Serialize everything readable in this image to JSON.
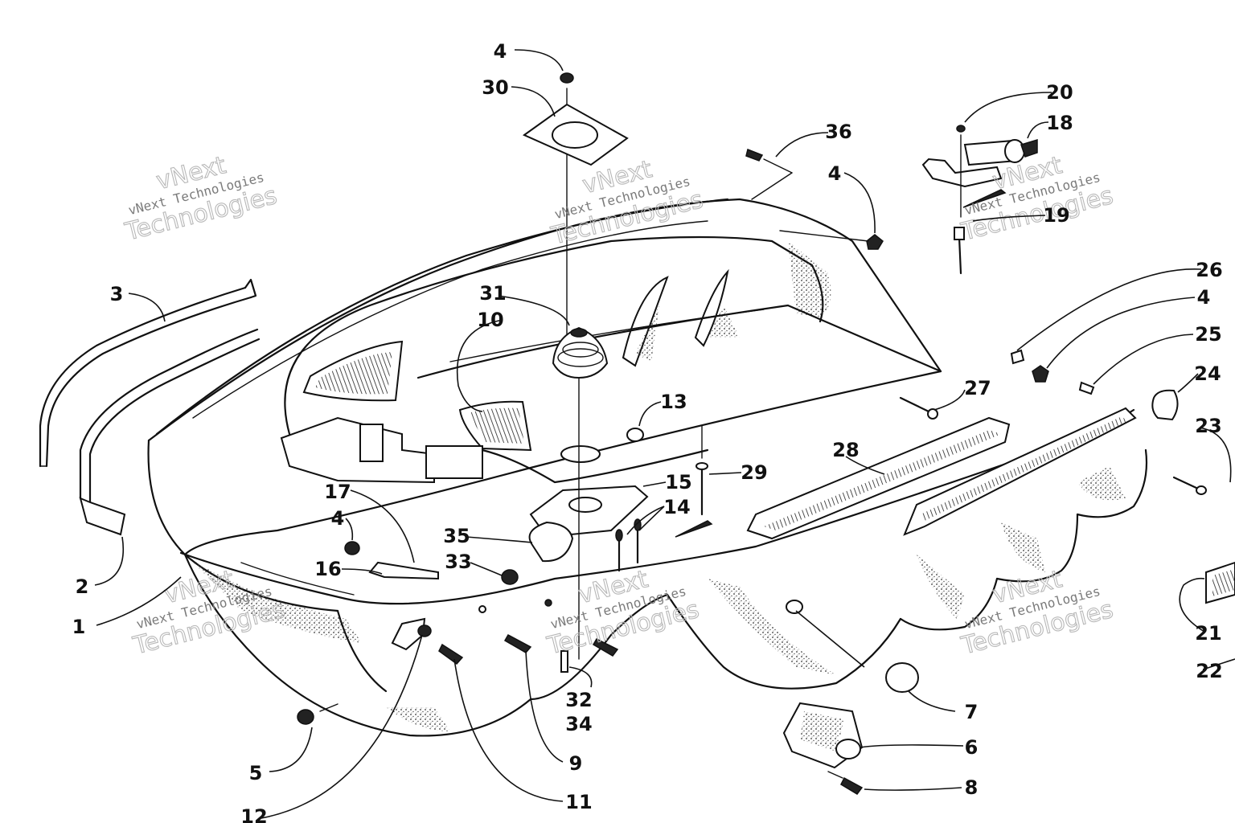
{
  "watermark": {
    "line1": "vNext",
    "line2": "vNext Technologies",
    "line3": "Technologies"
  },
  "callouts": [
    {
      "id": "c1",
      "label": "1"
    },
    {
      "id": "c2",
      "label": "2"
    },
    {
      "id": "c3",
      "label": "3"
    },
    {
      "id": "c4a",
      "label": "4"
    },
    {
      "id": "c4b",
      "label": "4"
    },
    {
      "id": "c4c",
      "label": "4"
    },
    {
      "id": "c4d",
      "label": "4"
    },
    {
      "id": "c5",
      "label": "5"
    },
    {
      "id": "c6",
      "label": "6"
    },
    {
      "id": "c7",
      "label": "7"
    },
    {
      "id": "c8",
      "label": "8"
    },
    {
      "id": "c9",
      "label": "9"
    },
    {
      "id": "c10",
      "label": "10"
    },
    {
      "id": "c11",
      "label": "11"
    },
    {
      "id": "c12",
      "label": "12"
    },
    {
      "id": "c13",
      "label": "13"
    },
    {
      "id": "c14",
      "label": "14"
    },
    {
      "id": "c15",
      "label": "15"
    },
    {
      "id": "c16",
      "label": "16"
    },
    {
      "id": "c17",
      "label": "17"
    },
    {
      "id": "c18",
      "label": "18"
    },
    {
      "id": "c19",
      "label": "19"
    },
    {
      "id": "c20",
      "label": "20"
    },
    {
      "id": "c21",
      "label": "21"
    },
    {
      "id": "c22",
      "label": "22"
    },
    {
      "id": "c23",
      "label": "23"
    },
    {
      "id": "c24",
      "label": "24"
    },
    {
      "id": "c25",
      "label": "25"
    },
    {
      "id": "c26",
      "label": "26"
    },
    {
      "id": "c27",
      "label": "27"
    },
    {
      "id": "c28",
      "label": "28"
    },
    {
      "id": "c29",
      "label": "29"
    },
    {
      "id": "c30",
      "label": "30"
    },
    {
      "id": "c31",
      "label": "31"
    },
    {
      "id": "c32",
      "label": "32"
    },
    {
      "id": "c33",
      "label": "33"
    },
    {
      "id": "c34",
      "label": "34"
    },
    {
      "id": "c35",
      "label": "35"
    },
    {
      "id": "c36",
      "label": "36"
    }
  ]
}
